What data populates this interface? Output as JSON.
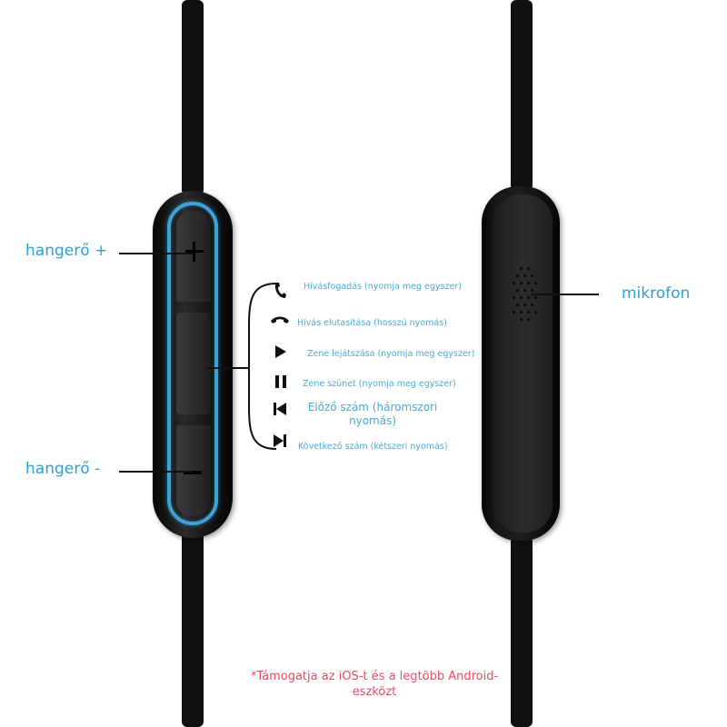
{
  "labels": {
    "volume_up": "hangerő +",
    "volume_down": "hangerő -",
    "microphone": "mikrofon"
  },
  "functions": [
    {
      "icon": "phone-answer-icon",
      "label": "Hívásfogadás (nyomja meg egyszer)"
    },
    {
      "icon": "phone-hangup-icon",
      "label": "Hívás elutasítása (hosszú nyomás)"
    },
    {
      "icon": "play-icon",
      "label": "Zene lejátszása (nyomja meg egyszer)"
    },
    {
      "icon": "pause-icon",
      "label": "Zene szünet (nyomja meg egyszer)"
    },
    {
      "icon": "previous-track-icon",
      "label": "Előző szám (háromszori nyomás)"
    },
    {
      "icon": "next-track-icon",
      "label": "Következő szám (kétszeri nyomás)"
    }
  ],
  "footnote": "*Támogatja az iOS-t és a legtöbb Android-eszközt",
  "colors": {
    "accent_blue": "#3ea2d8",
    "label_blue": "#2f9fd3",
    "footnote_pink": "#e64a6a",
    "cable_black": "#111111"
  }
}
